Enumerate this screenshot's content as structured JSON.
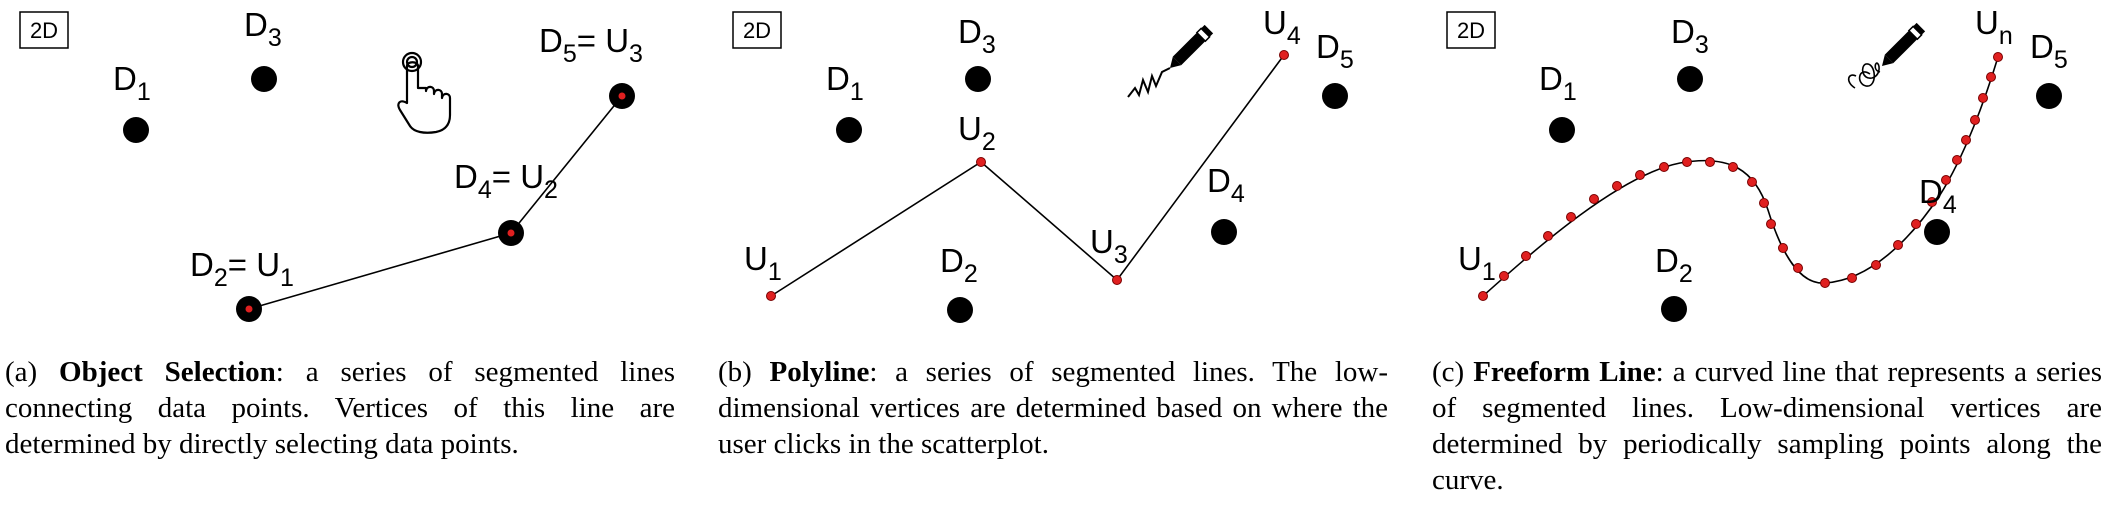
{
  "panels": [
    {
      "badge": "2D",
      "points": [
        {
          "label": "D",
          "sub": "1"
        },
        {
          "label": "D",
          "sub": "3"
        },
        {
          "label": "D",
          "sub": "5",
          "mid": "= U",
          "sub2": "3"
        },
        {
          "label": "D",
          "sub": "4",
          "mid": "= U",
          "sub2": "2"
        },
        {
          "label": "D",
          "sub": "2",
          "mid": "= U",
          "sub2": "1"
        }
      ],
      "icon": "hand-tap-icon",
      "caption": {
        "prefix": "(a) ",
        "bold": "Object Selection",
        "text": ": a series of segmented lines connecting data points.  Vertices of this line are determined by directly selecting data points."
      }
    },
    {
      "badge": "2D",
      "points": [
        {
          "label": "D",
          "sub": "1"
        },
        {
          "label": "D",
          "sub": "3"
        },
        {
          "label": "D",
          "sub": "5"
        },
        {
          "label": "D",
          "sub": "4"
        },
        {
          "label": "D",
          "sub": "2"
        }
      ],
      "vertices": [
        {
          "label": "U",
          "sub": "1"
        },
        {
          "label": "U",
          "sub": "2"
        },
        {
          "label": "U",
          "sub": "3"
        },
        {
          "label": "U",
          "sub": "4"
        }
      ],
      "icon": "pen-zigzag-icon",
      "caption": {
        "prefix": "(b) ",
        "bold": "Polyline",
        "text": ":  a series of segmented lines.  The low-dimensional vertices are determined based on where the user clicks in the scatterplot."
      }
    },
    {
      "badge": "2D",
      "points": [
        {
          "label": "D",
          "sub": "1"
        },
        {
          "label": "D",
          "sub": "3"
        },
        {
          "label": "D",
          "sub": "5"
        },
        {
          "label": "D",
          "sub": "4"
        },
        {
          "label": "D",
          "sub": "2"
        }
      ],
      "vertices": [
        {
          "label": "U",
          "sub": "1"
        },
        {
          "label": "U",
          "sub": "n"
        }
      ],
      "icon": "pen-squiggle-icon",
      "caption": {
        "prefix": "(c) ",
        "bold": "Freeform Line",
        "text": ": a curved line that represents a series of segmented lines.  Low-dimensional vertices are determined by periodically sampling points along the curve."
      }
    }
  ],
  "colors": {
    "point": "#000000",
    "vertex": "#e02020",
    "line": "#000000"
  }
}
